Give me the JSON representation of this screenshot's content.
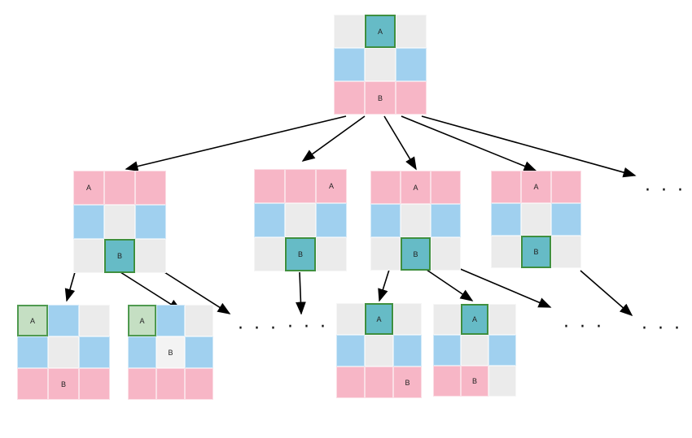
{
  "boards": [
    {
      "id": "root",
      "cells": [
        [
          "G",
          "T",
          "G"
        ],
        [
          "B",
          "G",
          "B"
        ],
        [
          "P",
          "P",
          "P"
        ]
      ],
      "labels": [
        [
          "",
          "A",
          ""
        ],
        [
          "",
          "",
          ""
        ],
        [
          "",
          "B",
          ""
        ]
      ]
    },
    {
      "id": "l1-a",
      "cells": [
        [
          "P",
          "P",
          "P"
        ],
        [
          "B",
          "G",
          "B"
        ],
        [
          "G",
          "T",
          "G"
        ]
      ],
      "labels": [
        [
          "A",
          "",
          ""
        ],
        [
          "",
          "",
          ""
        ],
        [
          "",
          "B",
          ""
        ]
      ]
    },
    {
      "id": "l1-b",
      "cells": [
        [
          "P",
          "P",
          "P"
        ],
        [
          "B",
          "G",
          "B"
        ],
        [
          "G",
          "T",
          "G"
        ]
      ],
      "labels": [
        [
          "",
          "",
          "A"
        ],
        [
          "",
          "",
          ""
        ],
        [
          "",
          "B",
          ""
        ]
      ]
    },
    {
      "id": "l1-c",
      "cells": [
        [
          "P",
          "P",
          "P"
        ],
        [
          "B",
          "G",
          "B"
        ],
        [
          "G",
          "T",
          "G"
        ]
      ],
      "labels": [
        [
          "",
          "A",
          ""
        ],
        [
          "",
          "",
          ""
        ],
        [
          "",
          "B",
          ""
        ]
      ]
    },
    {
      "id": "l1-d",
      "cells": [
        [
          "P",
          "P",
          "P"
        ],
        [
          "B",
          "G",
          "B"
        ],
        [
          "G",
          "T",
          "G"
        ]
      ],
      "labels": [
        [
          "",
          "A",
          ""
        ],
        [
          "",
          "",
          ""
        ],
        [
          "",
          "B",
          ""
        ]
      ]
    },
    {
      "id": "l2-a",
      "cells": [
        [
          "L",
          "B",
          "G"
        ],
        [
          "B",
          "G",
          "B"
        ],
        [
          "P",
          "P",
          "P"
        ]
      ],
      "labels": [
        [
          "A",
          "",
          ""
        ],
        [
          "",
          "",
          ""
        ],
        [
          "",
          "B",
          ""
        ]
      ]
    },
    {
      "id": "l2-b",
      "cells": [
        [
          "L",
          "B",
          "G"
        ],
        [
          "B",
          "W",
          "B"
        ],
        [
          "P",
          "P",
          "P"
        ]
      ],
      "labels": [
        [
          "A",
          "",
          ""
        ],
        [
          "",
          "B",
          ""
        ],
        [
          "",
          "",
          ""
        ]
      ]
    },
    {
      "id": "l2-c",
      "cells": [
        [
          "G",
          "T",
          "G"
        ],
        [
          "B",
          "G",
          "B"
        ],
        [
          "P",
          "P",
          "P"
        ]
      ],
      "labels": [
        [
          "",
          "A",
          ""
        ],
        [
          "",
          "",
          ""
        ],
        [
          "",
          "",
          "B"
        ]
      ]
    },
    {
      "id": "l2-d",
      "cells": [
        [
          "G",
          "T",
          "G"
        ],
        [
          "B",
          "G",
          "B"
        ],
        [
          "P",
          "P",
          "G"
        ]
      ],
      "labels": [
        [
          "",
          "A",
          ""
        ],
        [
          "",
          "",
          ""
        ],
        [
          "",
          "B",
          ""
        ]
      ]
    }
  ],
  "ellipsis": "· · ·",
  "colors": {
    "gray": "#ebebeb",
    "blue": "#a0d0ef",
    "pink": "#f7b6c6",
    "teal": "#66bbc6",
    "light_green": "#c5dfc3",
    "arrow": "#000000"
  }
}
